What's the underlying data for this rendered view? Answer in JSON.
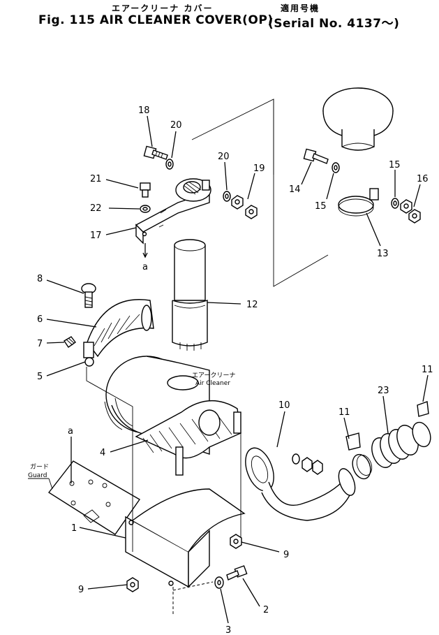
{
  "header": {
    "title_jp": "エアークリーナ カバー",
    "title_en": "Fig. 115 AIR CLEANER COVER(OP)",
    "serial_jp": "適用号機",
    "serial_en": "(Serial No. 4137～)"
  },
  "labels": {
    "air_cleaner_jp": "エアークリーナ",
    "air_cleaner_en": "Air Cleaner",
    "guard_jp": "ガード",
    "guard_en": "Guard",
    "ref_a_top": "a",
    "ref_a_bottom": "a"
  },
  "callouts": [
    "18",
    "20",
    "20",
    "19",
    "21",
    "22",
    "17",
    "14",
    "15",
    "15",
    "16",
    "13",
    "8",
    "12",
    "6",
    "7",
    "5",
    "4",
    "10",
    "11",
    "23",
    "11",
    "1",
    "9",
    "9",
    "2",
    "3"
  ]
}
